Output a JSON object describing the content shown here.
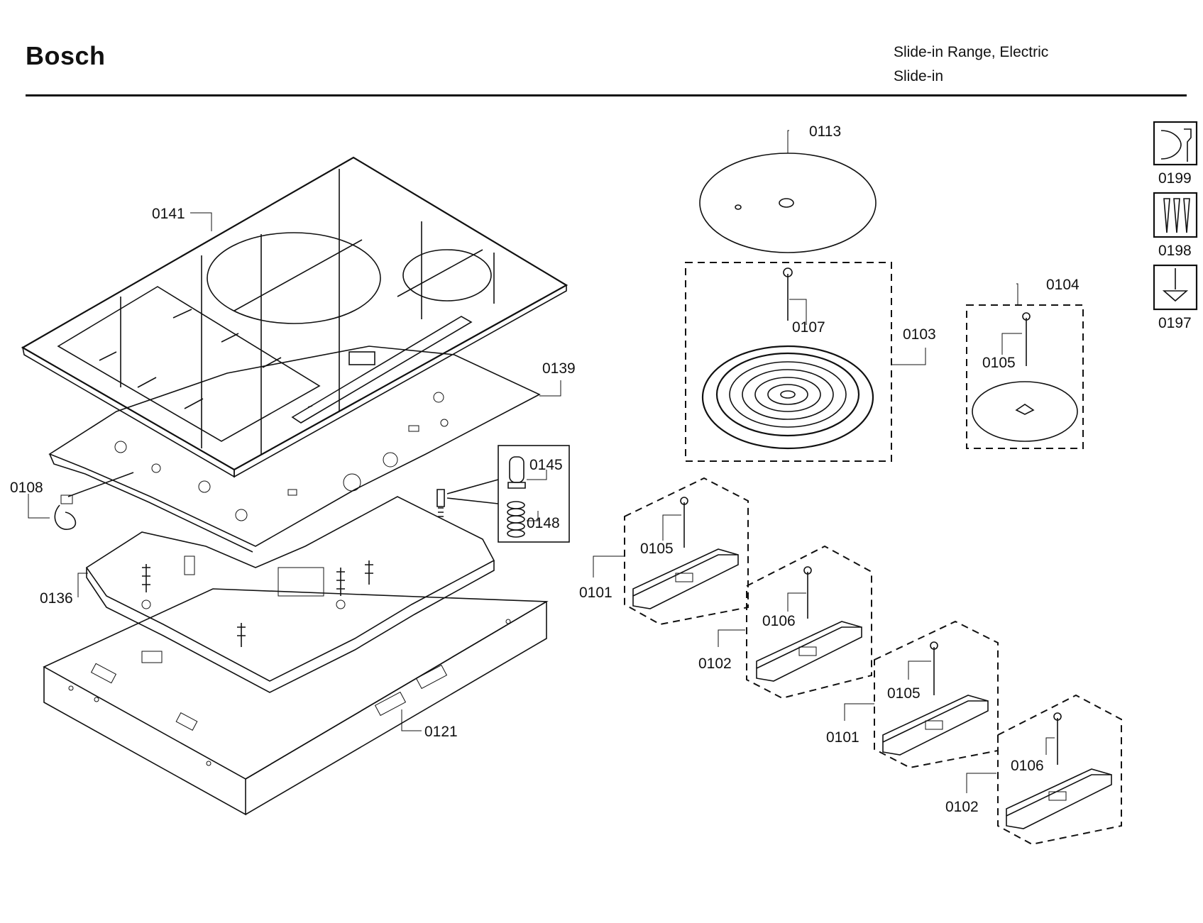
{
  "header": {
    "brand": "Bosch",
    "product_type": "Slide-in Range, Electric",
    "product_subtype": "Slide-in"
  },
  "callouts": {
    "p0141": "0141",
    "p0139": "0139",
    "p0108": "0108",
    "p0145": "0145",
    "p0148": "0148",
    "p0136": "0136",
    "p0121": "0121",
    "p0113": "0113",
    "p0107": "0107",
    "p0103": "0103",
    "p0104": "0104",
    "p0105_a": "0105",
    "p0105_b": "0105",
    "p0105_c": "0105",
    "p0101_a": "0101",
    "p0101_b": "0101",
    "p0102_a": "0102",
    "p0102_b": "0102",
    "p0106_a": "0106",
    "p0106_b": "0106",
    "p0199": "0199",
    "p0198": "0198",
    "p0197": "0197"
  }
}
